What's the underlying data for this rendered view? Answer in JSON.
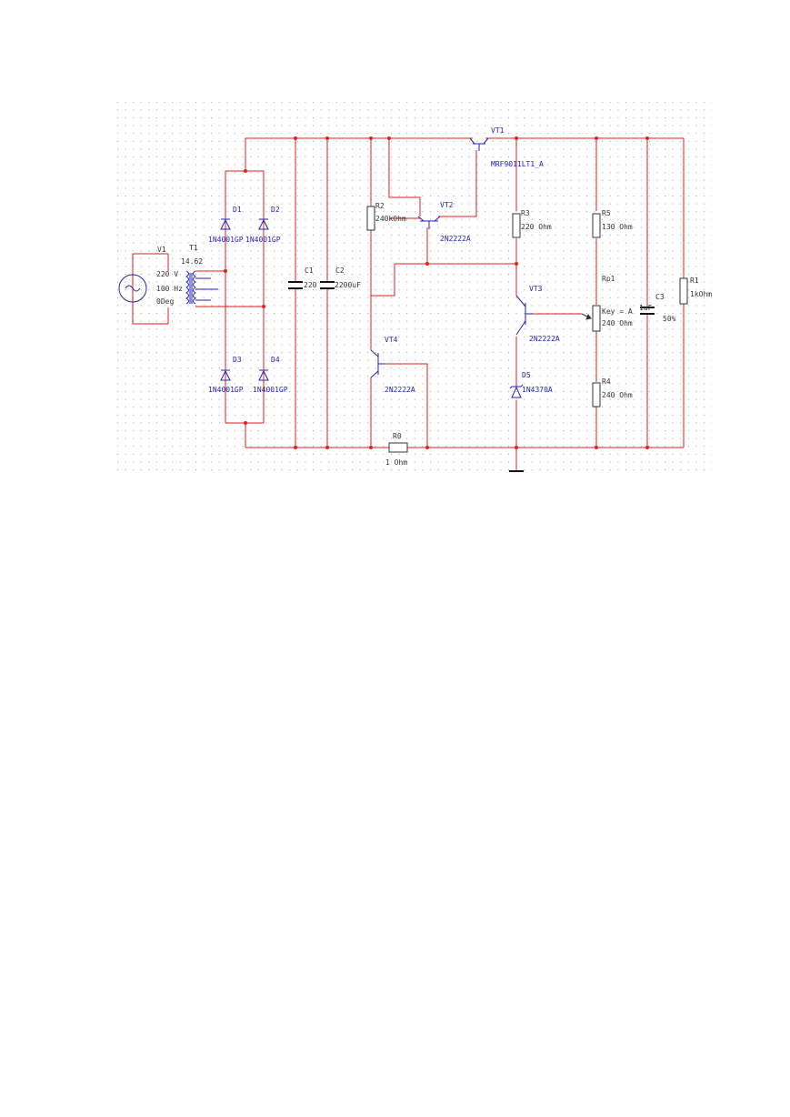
{
  "colors": {
    "wire": "#dd2222",
    "part": "#2222bb",
    "node": "#dd2222",
    "text": "#333333",
    "grid": "#9a9a9a"
  },
  "source": {
    "name": "V1",
    "voltage": "220 V",
    "frequency": "100 Hz",
    "phase": "0Deg"
  },
  "transformer": {
    "name": "T1",
    "ratio": "14.62"
  },
  "diodes": [
    {
      "name": "D1",
      "model": "1N4001GP"
    },
    {
      "name": "D2",
      "model": "1N4001GP"
    },
    {
      "name": "D3",
      "model": "1N4001GP"
    },
    {
      "name": "D4",
      "model": "1N4001GP"
    },
    {
      "name": "D5",
      "model": "1N4370A"
    }
  ],
  "capacitors": [
    {
      "name": "C1",
      "value": "220"
    },
    {
      "name": "C2",
      "value": "2200uF"
    },
    {
      "name": "C3",
      "value": "1uF",
      "tol": "50%"
    }
  ],
  "resistors": [
    {
      "name": "R2",
      "value": "240kOhm"
    },
    {
      "name": "R3",
      "value": "220 Ohm"
    },
    {
      "name": "R5",
      "value": "130 Ohm"
    },
    {
      "name": "R4",
      "value": "240 Ohm"
    },
    {
      "name": "R1",
      "value": "1kOhm"
    },
    {
      "name": "R0",
      "value": "1 Ohm"
    }
  ],
  "potentiometer": {
    "name": "Rp1",
    "key": "Key = A",
    "value": "240 Ohm"
  },
  "transistors": [
    {
      "name": "VT1",
      "model": "MRF9011LT1_A"
    },
    {
      "name": "VT2",
      "model": "2N2222A"
    },
    {
      "name": "VT3",
      "model": "2N2222A"
    },
    {
      "name": "VT4",
      "model": "2N2222A"
    }
  ]
}
